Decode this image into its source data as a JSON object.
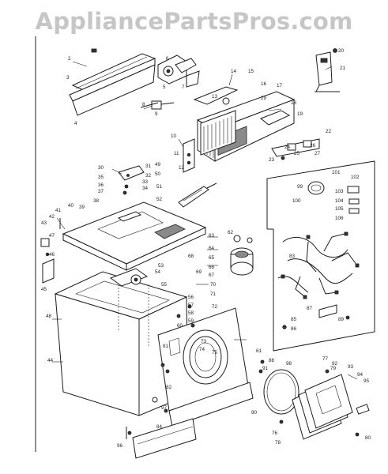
{
  "watermark": "AppliancePartsPros.com",
  "callouts": [
    "2",
    "3",
    "4",
    "5",
    "6",
    "7",
    "8",
    "9",
    "10",
    "11",
    "12",
    "13",
    "14",
    "15",
    "16",
    "17",
    "18",
    "19",
    "20",
    "21",
    "22",
    "23",
    "24",
    "25",
    "26",
    "27",
    "29",
    "30",
    "31",
    "32",
    "33",
    "34",
    "35",
    "36",
    "37",
    "38",
    "39",
    "40",
    "41",
    "42",
    "43",
    "44",
    "45",
    "46",
    "47",
    "48",
    "49",
    "50",
    "51",
    "52",
    "53",
    "54",
    "55",
    "56",
    "57",
    "58",
    "59",
    "60",
    "61",
    "62",
    "63",
    "64",
    "65",
    "66",
    "67",
    "68",
    "69",
    "70",
    "71",
    "72",
    "73",
    "74",
    "75",
    "76",
    "77",
    "78",
    "79",
    "80",
    "81",
    "82",
    "83",
    "84",
    "85",
    "86",
    "87",
    "88",
    "89",
    "90",
    "91",
    "92",
    "93",
    "94",
    "95",
    "96",
    "97",
    "98",
    "99",
    "100",
    "101",
    "102",
    "103",
    "104",
    "105",
    "106"
  ],
  "colors": {
    "ink": "#1c1c1c",
    "watermark": "#c6c6c6",
    "paper": "#ffffff"
  }
}
